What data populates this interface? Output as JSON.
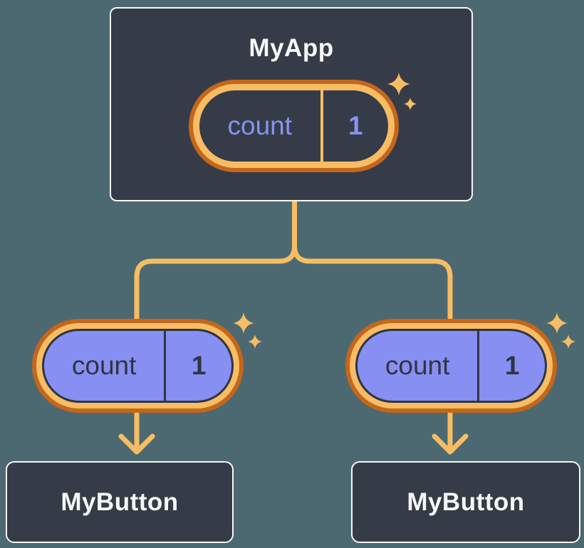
{
  "diagram": {
    "kind": "react-component-tree",
    "root": {
      "label": "MyApp",
      "state": {
        "name": "count",
        "value": "1"
      }
    },
    "children": [
      {
        "label": "MyButton",
        "prop": {
          "name": "count",
          "value": "1"
        }
      },
      {
        "label": "MyButton",
        "prop": {
          "name": "count",
          "value": "1"
        }
      }
    ],
    "colors": {
      "background": "#4c6971",
      "node_fill": "#353c48",
      "node_border": "#f6f7f9",
      "node_text": "#f6f7f9",
      "connector_orange": "#f7bd64",
      "ring_orange_dark": "#c4671c",
      "prop_pill_purple": "#878ff2",
      "state_text_lavender": "#8a92f0",
      "dark_outline": "#2f3540"
    },
    "icons": {
      "sparkle": "sparkle-icon",
      "arrow": "arrow-down-icon"
    }
  }
}
